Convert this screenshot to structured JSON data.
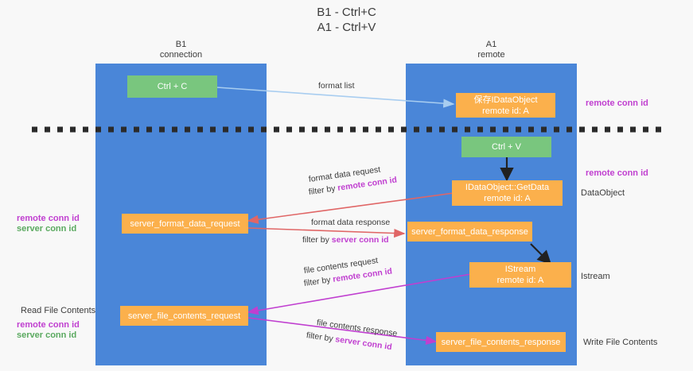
{
  "title": "B1 - Ctrl+C\nA1 - Ctrl+V",
  "lanes": [
    {
      "id": "b1",
      "name": "B1",
      "sub": "connection",
      "header": "B1\nconnection"
    },
    {
      "id": "a1",
      "name": "A1",
      "sub": "remote",
      "header": "A1\nremote"
    }
  ],
  "nodes": {
    "ctrl_c": "Ctrl + C",
    "ctrl_v": "Ctrl + V",
    "save_idataobject": "保存IDataObject\nremote id: A",
    "getdata": "IDataObject::GetData\nremote id: A",
    "istream": "IStream\nremote id: A",
    "server_format_data_request": "server_format_data_request",
    "server_format_data_response": "server_format_data_response",
    "server_file_contents_request": "server_file_contents_request",
    "server_file_contents_response": "server_file_contents_response"
  },
  "edge_labels": {
    "format_list": "format list",
    "format_data_request": "format data request",
    "format_data_request_filter_prefix": "filter by ",
    "format_data_request_filter_key": "remote conn id",
    "format_data_response": "format data response",
    "format_data_response_filter_prefix": "filter by ",
    "format_data_response_filter_key": "server conn id",
    "file_contents_request": "file contents request",
    "file_contents_request_filter_prefix": "filter by ",
    "file_contents_request_filter_key": "remote conn id",
    "file_contents_response": "file contents response",
    "file_contents_response_filter_prefix": "filter by ",
    "file_contents_response_filter_key": "server conn id"
  },
  "right_labels": {
    "remote_conn_id_top": "remote conn id",
    "remote_conn_id_mid": "remote conn id",
    "dataobject": "DataObject",
    "istream": "Istream",
    "write_file_contents": "Write File Contents"
  },
  "left_labels": {
    "remote_conn_id": "remote conn id",
    "server_conn_id": "server conn id",
    "read_file_contents": "Read File Contents",
    "remote_conn_id_2": "remote conn id",
    "server_conn_id_2": "server conn id"
  },
  "colors": {
    "lane": "#4a86d8",
    "green_node": "#79c67e",
    "orange_node": "#fbb04c",
    "magenta": "#c03fd0",
    "green_text": "#5aa95f",
    "arrow_blue": "#a8cdf0",
    "arrow_red": "#e06666",
    "arrow_magenta": "#c03fd0",
    "arrow_black": "#212121",
    "background": "#f8f8f8"
  }
}
